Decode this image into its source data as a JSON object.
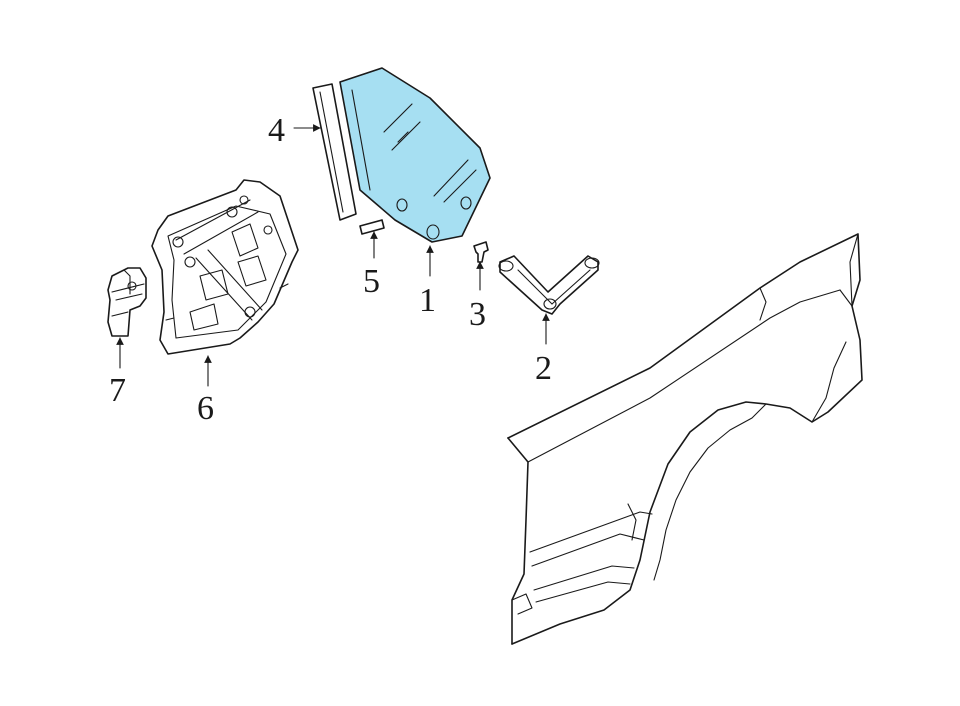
{
  "colors": {
    "glass": "#a6dff2",
    "line": "#1a1a1a",
    "background": "#ffffff"
  },
  "callouts": {
    "glass": "1",
    "guide_channel": "2",
    "bracket": "3",
    "run_channel": "4",
    "clip": "5",
    "regulator": "6",
    "motor": "7"
  }
}
